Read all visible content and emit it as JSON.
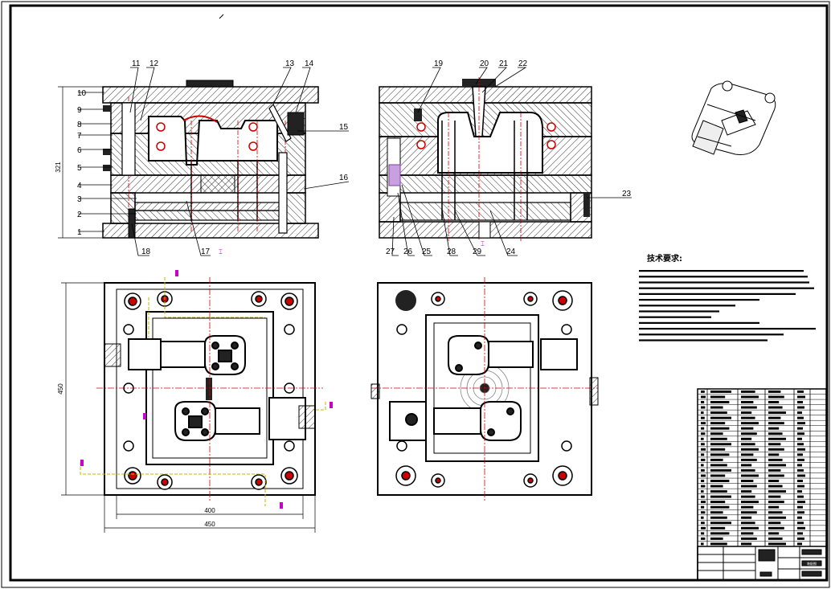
{
  "drawing": {
    "background": "#ffffff",
    "line_color": "#000000",
    "center_line_color": "#d40000",
    "hidden_line_color": "#c8b400",
    "magenta_marker_color": "#c800c8",
    "hatch_color": "#333333"
  },
  "section_left": {
    "part_labels_left": [
      "10",
      "9",
      "8",
      "7",
      "6",
      "5",
      "4",
      "3",
      "2",
      "1"
    ],
    "part_labels_top": [
      "11",
      "12",
      "13",
      "14"
    ],
    "part_labels_right": [
      "15",
      "16"
    ],
    "part_labels_bottom": [
      "18",
      "17"
    ],
    "height_dim": "321"
  },
  "section_right": {
    "part_labels_top": [
      "19",
      "20",
      "21",
      "22"
    ],
    "part_labels_right": [
      "23"
    ],
    "part_labels_bottom": [
      "27",
      "26",
      "25",
      "28",
      "29",
      "24"
    ]
  },
  "plan_left": {
    "height_dim": "450",
    "width_dim_inner": "400",
    "width_dim_outer": "450"
  },
  "tech_requirements": {
    "title": "技术要求:",
    "item_count": 13
  },
  "bom_table": {
    "row_count": 30,
    "header_cells": [
      "序号",
      "名称",
      "材料",
      "数量",
      "备注"
    ]
  },
  "title_block": {
    "box_label": "装配图"
  }
}
